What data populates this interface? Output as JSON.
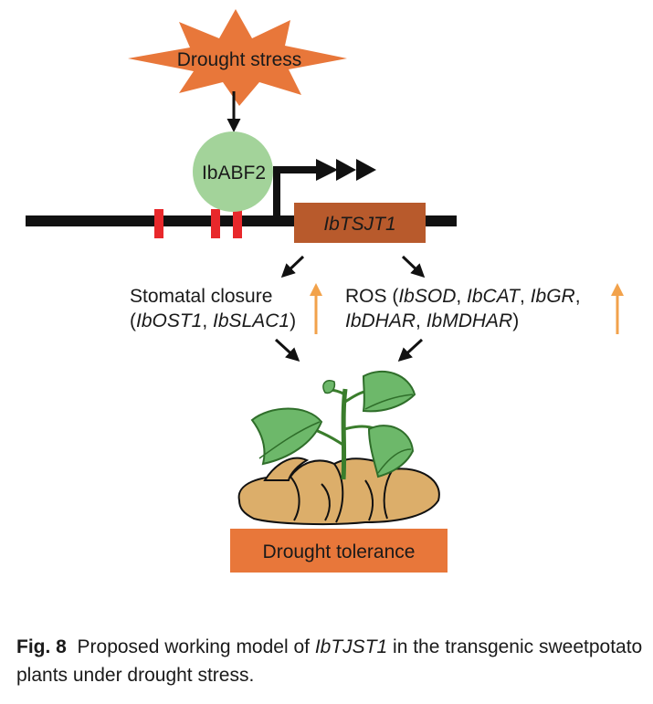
{
  "diagram": {
    "stress_label": "Drought stress",
    "factor_label": "IbABF2",
    "gene_label": "IbTSJT1",
    "left_pathway": {
      "line1": "Stomatal closure",
      "genes": [
        "IbOST1",
        "IbSLAC1"
      ]
    },
    "right_pathway": {
      "prefix": "ROS",
      "genes_line1": [
        "IbSOD",
        "IbCAT",
        "IbGR"
      ],
      "genes_line2": [
        "IbDHAR",
        "IbMDHAR"
      ]
    },
    "outcome_label": "Drought tolerance",
    "colors": {
      "stress_star": "#e8773a",
      "factor_circle": "#a3d39a",
      "gene_box": "#b85a2c",
      "promoter_marks": "#e8282b",
      "up_arrow": "#f2a24b",
      "tuber": "#dcae6a",
      "leaf": "#6db86a",
      "outcome_box": "#e8773a"
    }
  },
  "caption": {
    "fig_label": "Fig. 8",
    "text_before": "Proposed working model of",
    "gene": "IbTJST1",
    "text_after": "in the transgenic sweetpotato plants under drought stress."
  }
}
